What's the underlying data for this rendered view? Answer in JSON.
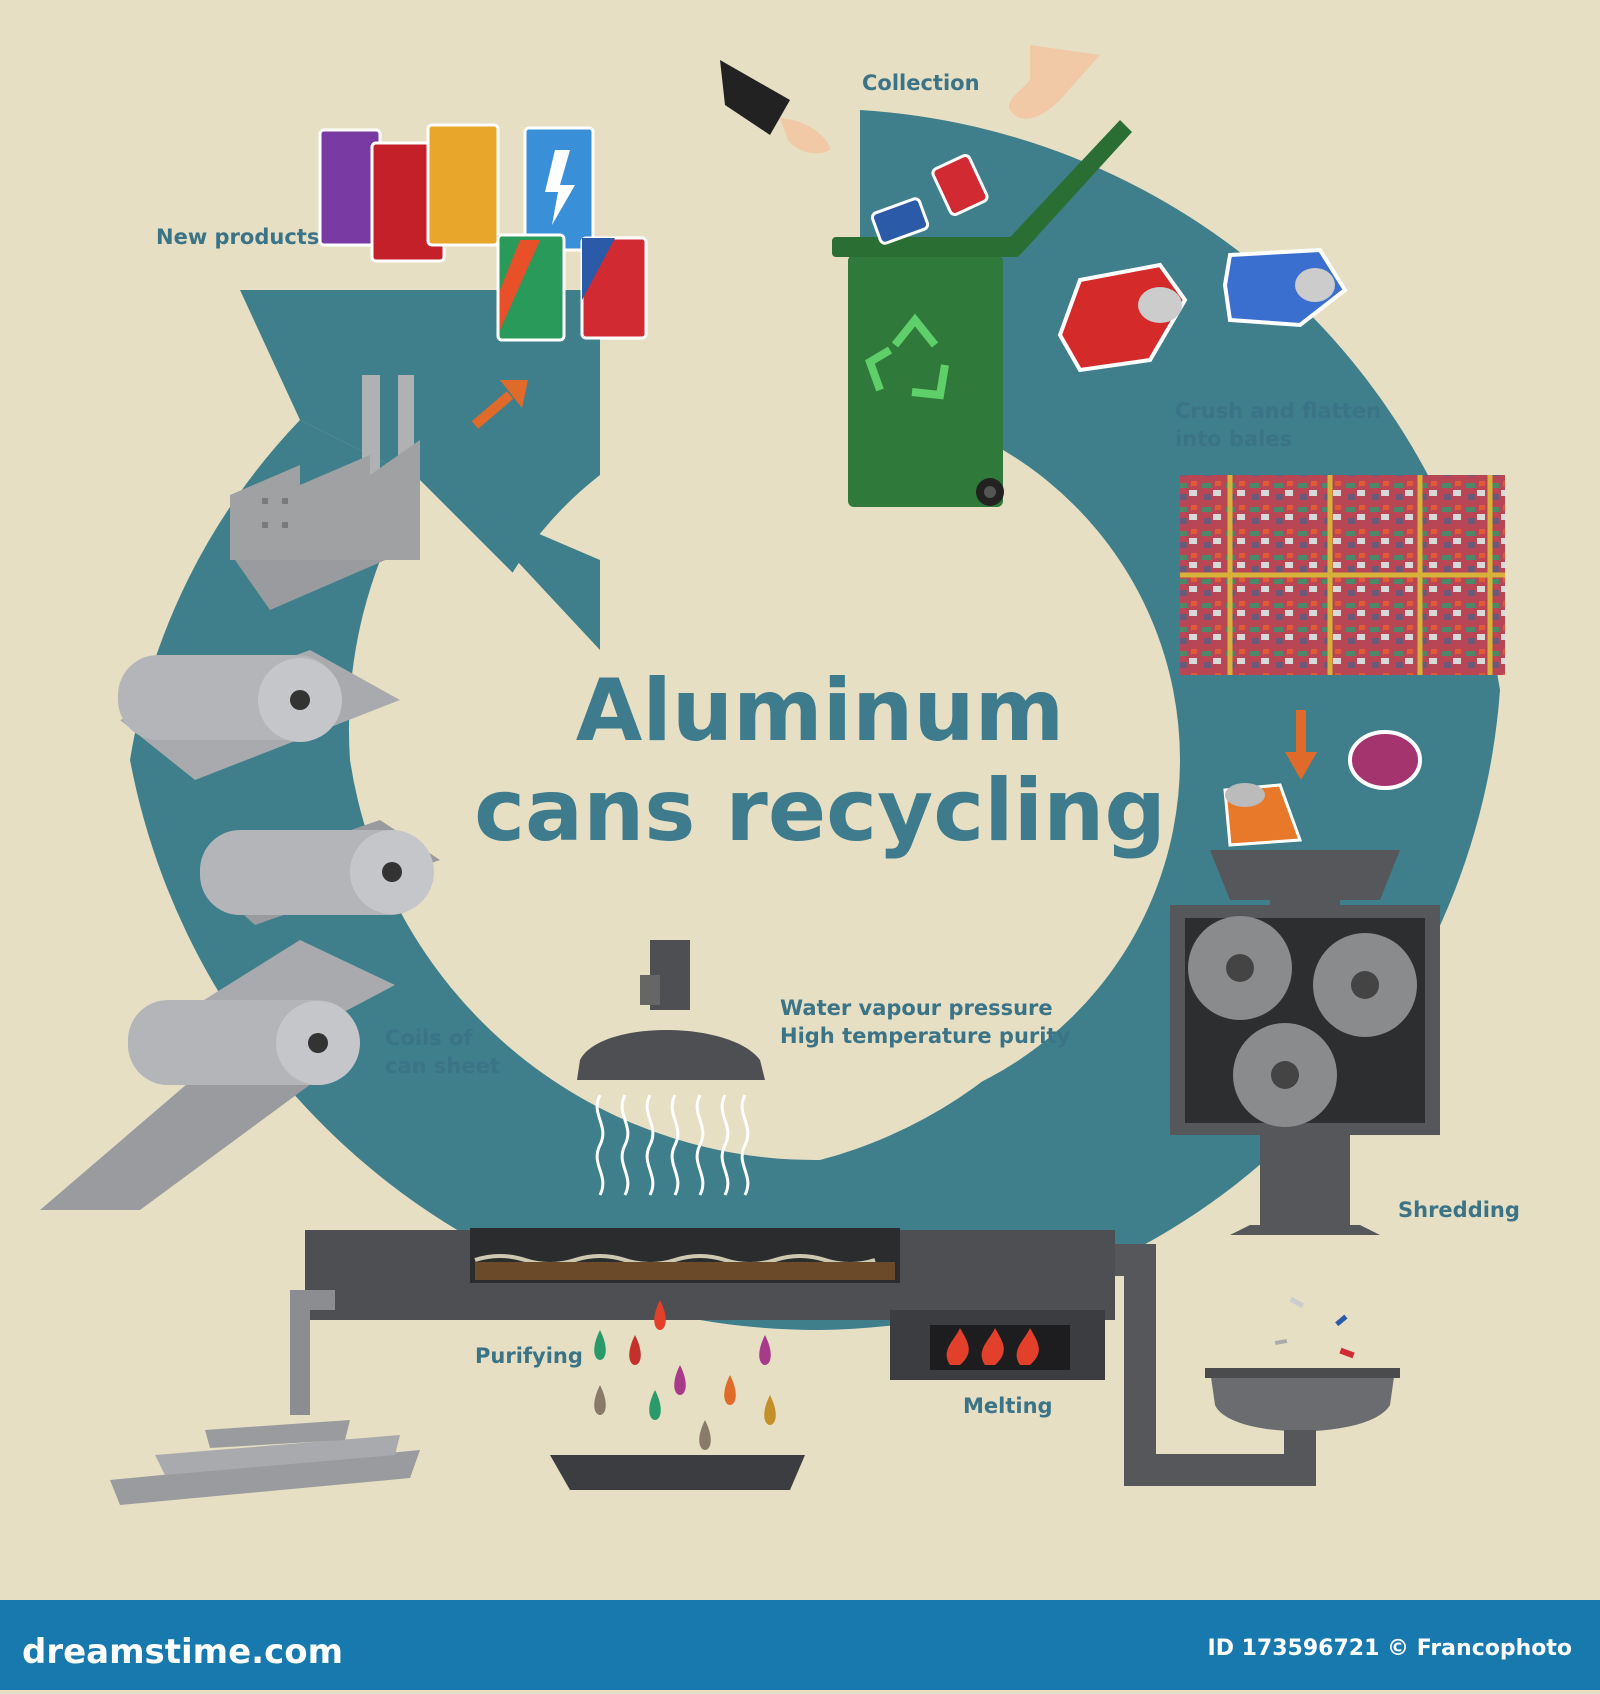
{
  "title": {
    "line1": "Aluminum",
    "line2": "cans recycling"
  },
  "steps": {
    "collection": "Collection",
    "crush_line1": "Crush and flatten",
    "crush_line2": "into bales",
    "shredding": "Shredding",
    "melting": "Melting",
    "purifying": "Purifying",
    "vapour_line1": "Water vapour pressure",
    "vapour_line2": "High temperature purity",
    "coils_line1": "Coils of",
    "coils_line2": "can sheet",
    "new_products": "New products"
  },
  "footer": {
    "site": "dreamstime.com",
    "credit": "ID 173596721 © Francophoto"
  },
  "colors": {
    "background": "#e6dfc4",
    "ring": "#3f7f8c",
    "label_text": "#3b7387",
    "footer_bar": "#1779ad",
    "bin": "#2f7a3a",
    "machine_dark": "#55575a"
  },
  "icons": [
    "trash-bin-icon",
    "recycle-icon",
    "crushed-can-icon",
    "bale-icon",
    "shredder-gears-icon",
    "furnace-flame-icon",
    "droplet-icon",
    "hood-icon",
    "steam-icon",
    "sheet-roll-icon",
    "factory-icon",
    "soda-can-icon",
    "arrow-icon",
    "hand-icon"
  ]
}
